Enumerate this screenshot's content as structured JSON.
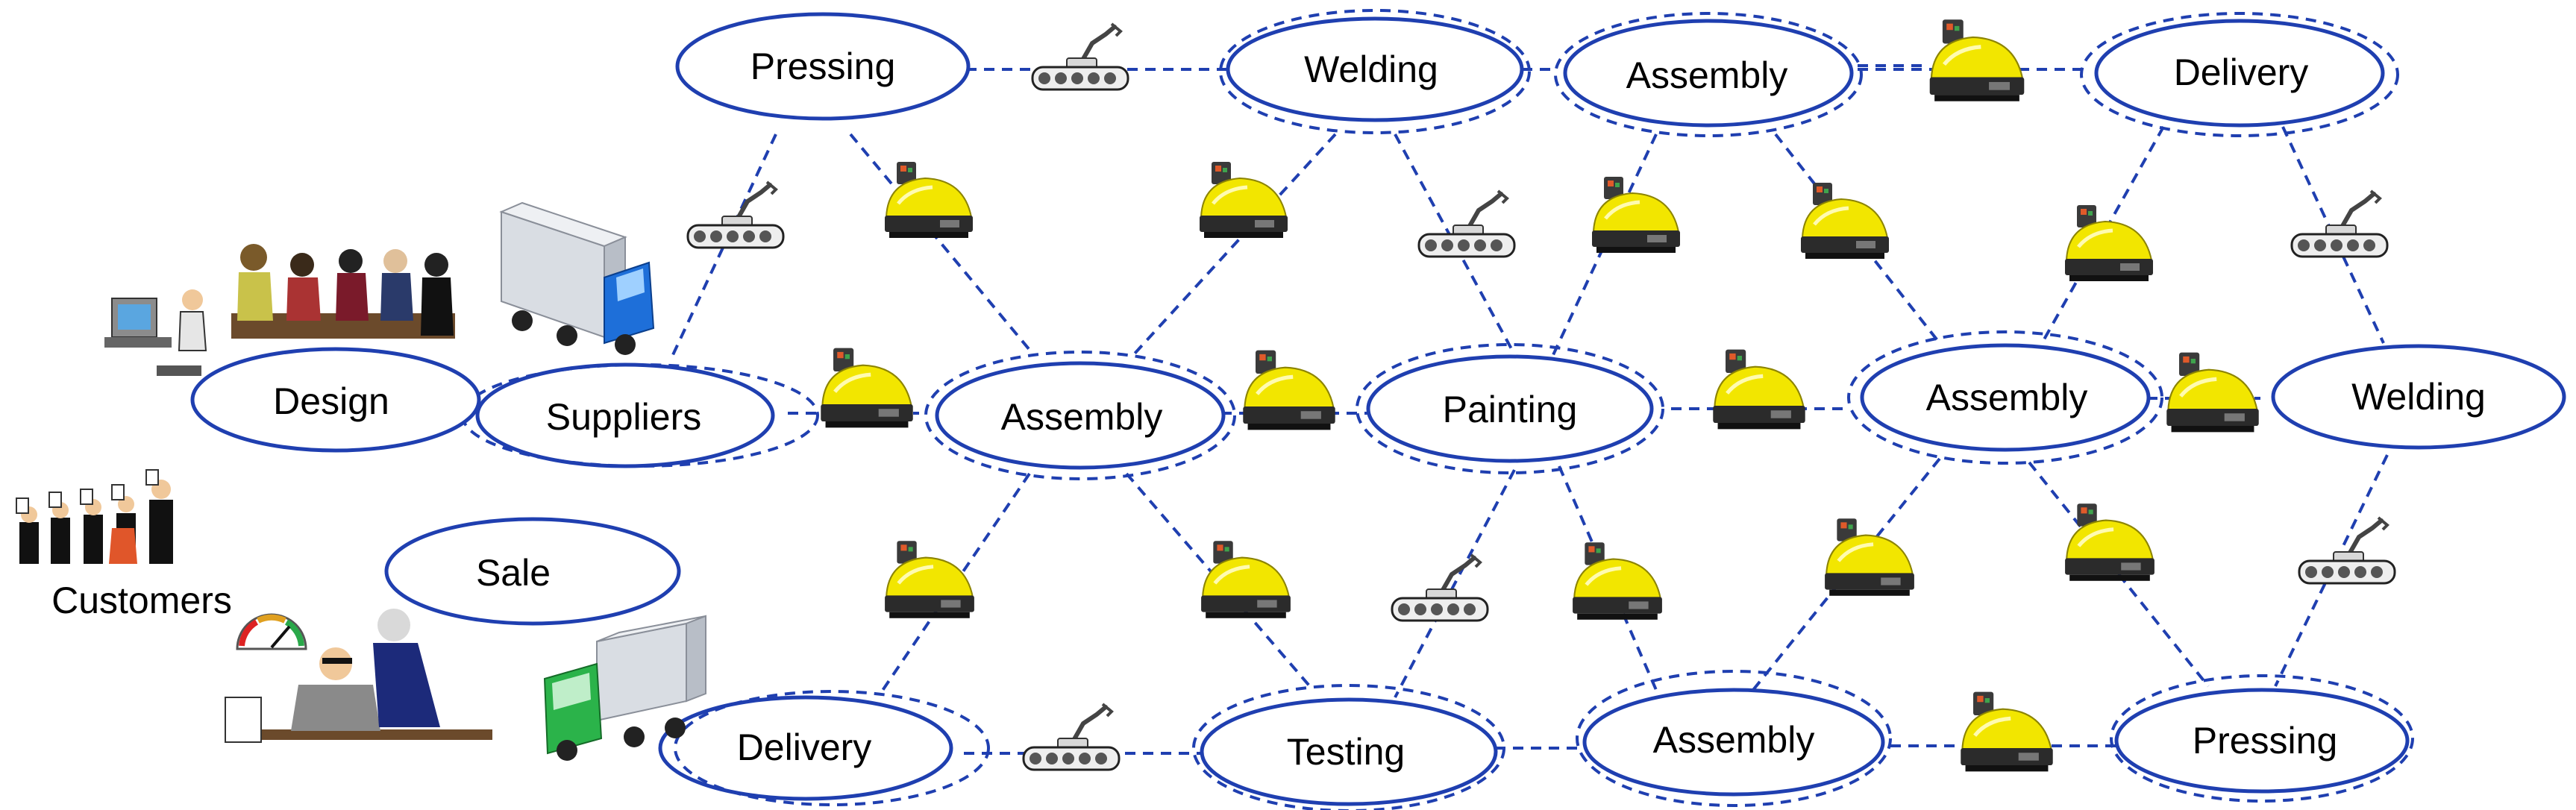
{
  "diagram": {
    "colors": {
      "ellipse": "#1f3fb0",
      "link": "#1f3fb0",
      "robot": "#f2e600",
      "truck_blue": "#1e6fd9",
      "truck_green": "#2bb34a"
    },
    "nodes": {
      "pressing_top": "Pressing",
      "welding_top": "Welding",
      "assembly_top": "Assembly",
      "delivery_top": "Delivery",
      "suppliers": "Suppliers",
      "assembly_mid_left": "Assembly",
      "painting": "Painting",
      "assembly_mid_right": "Assembly",
      "welding_right": "Welding",
      "delivery_bottom": "Delivery",
      "testing": "Testing",
      "assembly_bottom": "Assembly",
      "pressing_bottom": "Pressing"
    },
    "left_panel": {
      "design": "Design",
      "customers": "Customers",
      "sale": "Sale"
    },
    "icons": [
      "agv-robot-icon",
      "robot-arm-crawler-icon",
      "truck-icon",
      "designer-icon",
      "meeting-icon",
      "customers-icon",
      "salesperson-icon",
      "gauge-icon"
    ]
  }
}
